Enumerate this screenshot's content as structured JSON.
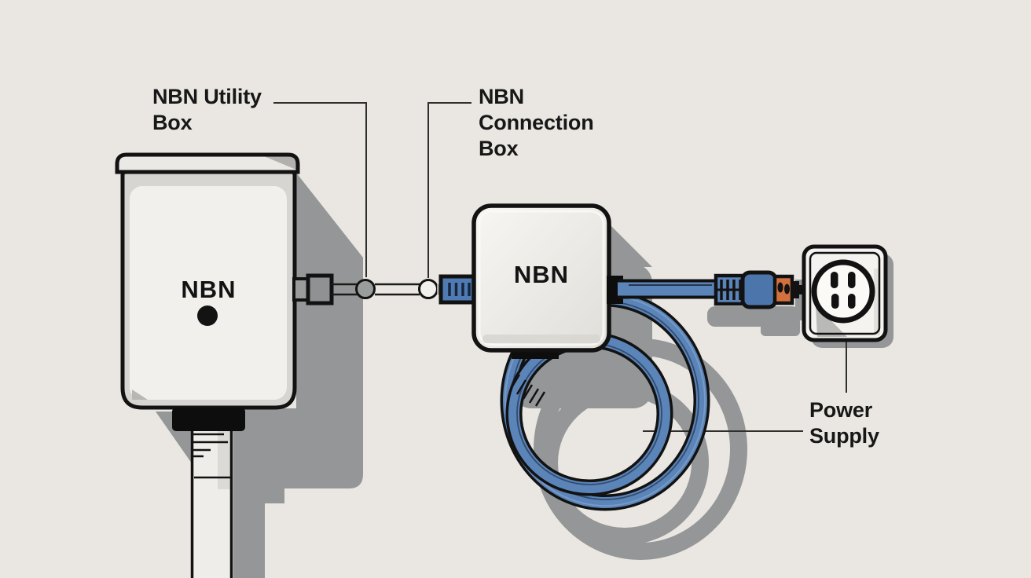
{
  "figure": {
    "type": "diagram",
    "subject": "NBN fibre equipment connection diagram"
  },
  "labels": {
    "utility_box": {
      "lines": [
        "NBN Utility",
        "Box"
      ]
    },
    "connection_box": {
      "lines": [
        "NBN",
        "Connection",
        "Box"
      ]
    },
    "power_supply": {
      "lines": [
        "Power",
        "Supply"
      ]
    }
  },
  "devices": {
    "utility_box": {
      "label": "NBN"
    },
    "connection_box": {
      "label": "NBN"
    }
  },
  "colors": {
    "background": "#eae7e2",
    "shadow_gray": "#949697",
    "outline_black": "#121212",
    "cable_blue": "#5b84b8",
    "cable_dark_line": "#2b4260",
    "plug_blue": "#4c76ab",
    "connector_dash": "#16263f",
    "plug_orange": "#d2703e",
    "box_cream": "#f1efec",
    "label_text": "#171717"
  }
}
